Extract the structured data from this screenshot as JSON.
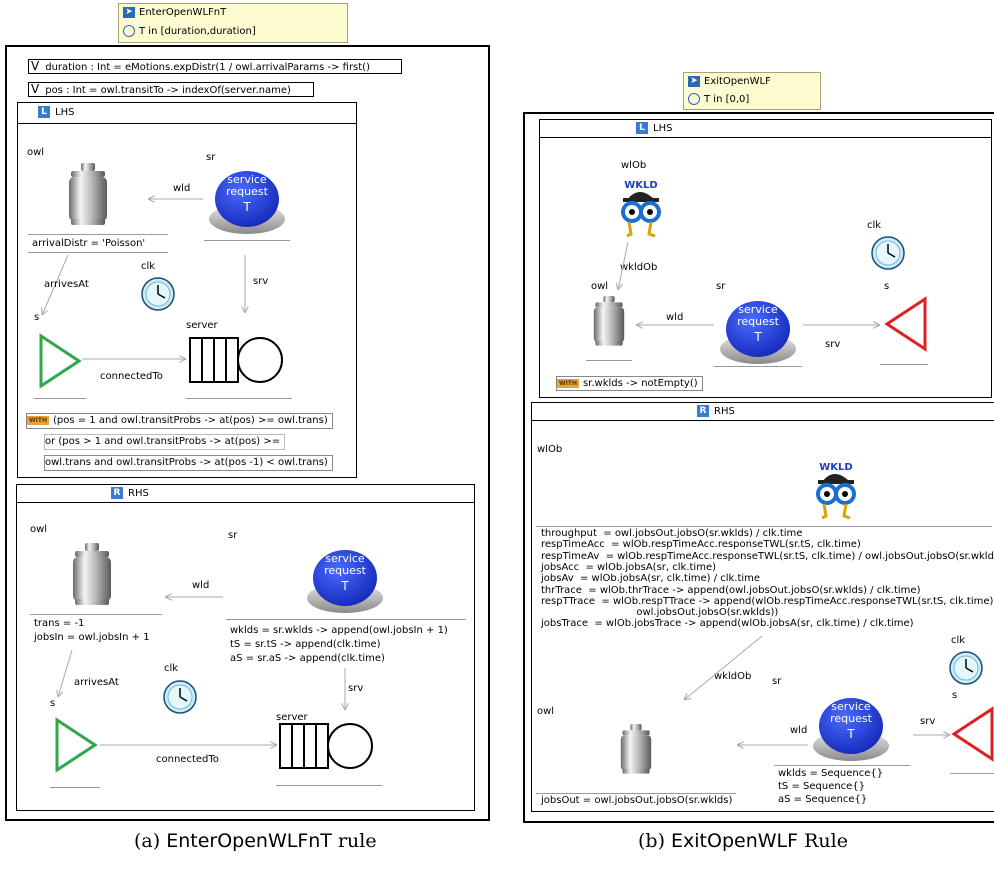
{
  "left": {
    "tag_name": "EnterOpenWLFnT",
    "tag_time": "T in [duration,duration]",
    "var_duration": "duration : Int = eMotions.expDistr(1 / owl.arrivalParams -> first()",
    "var_pos": "pos : Int =  owl.transitTo -> indexOf(server.name)",
    "lhs": {
      "title": "LHS",
      "owl": "owl",
      "sr": "sr",
      "wld": "wld",
      "attr": "arrivalDistr = 'Poisson'",
      "clk": "clk",
      "srv": "srv",
      "arrivesAt": "arrivesAt",
      "s": "s",
      "server": "server",
      "connectedTo": "connectedTo",
      "with1": "(pos = 1 and owl.transitProbs -> at(pos) >= owl.trans)",
      "with2": "or (pos > 1 and owl.transitProbs -> at(pos) >=",
      "with3": "owl.trans and owl.transitProbs -> at(pos -1) < owl.trans)"
    },
    "rhs": {
      "title": "RHS",
      "owl": "owl",
      "sr": "sr",
      "wld": "wld",
      "trans": "trans  = -1",
      "jobsIn": "jobsIn  = owl.jobsIn + 1",
      "wklds": "wklds  = sr.wklds -> append(owl.jobsIn + 1)",
      "tS": "tS  = sr.tS -> append(clk.time)",
      "aS": "aS  = sr.aS -> append(clk.time)",
      "clk": "clk",
      "srv": "srv",
      "arrivesAt": "arrivesAt",
      "s": "s",
      "server": "server",
      "connectedTo": "connectedTo"
    },
    "caption_prefix": "(a) ",
    "caption_name": "EnterOpenWLFnT",
    "caption_suffix": " rule"
  },
  "right": {
    "tag_name": "ExitOpenWLF",
    "tag_time": "T in [0,0]",
    "lhs": {
      "title": "LHS",
      "wlOb": "wlOb",
      "wkld": "WKLD",
      "clk": "clk",
      "wkldOb": "wkldOb",
      "owl": "owl",
      "sr": "sr",
      "s": "s",
      "wld": "wld",
      "srv": "srv",
      "with": "sr.wklds -> notEmpty()"
    },
    "rhs": {
      "title": "RHS",
      "wlOb": "wlOb",
      "wkld": "WKLD",
      "code": [
        "throughput  = owl.jobsOut.jobsO(sr.wklds) / clk.time",
        "respTimeAcc  = wlOb.respTimeAcc.responseTWL(sr.tS, clk.time)",
        "respTimeAv  = wlOb.respTimeAcc.responseTWL(sr.tS, clk.time) / owl.jobsOut.jobsO(sr.wklds)",
        "jobsAcc  = wlOb.jobsA(sr, clk.time)",
        "jobsAv  = wlOb.jobsA(sr, clk.time) / clk.time",
        "thrTrace  = wlOb.thrTrace -> append(owl.jobsOut.jobsO(sr.wklds) / clk.time)",
        "respTTrace  = wlOb.respTTrace -> append(wlOb.respTimeAcc.responseTWL(sr.tS, clk.time) /",
        "                              owl.jobsOut.jobsO(sr.wklds))",
        "jobsTrace  = wlOb.jobsTrace -> append(wlOb.jobsA(sr, clk.time) / clk.time)"
      ],
      "clk": "clk",
      "wkldOb": "wkldOb",
      "sr": "sr",
      "s": "s",
      "owl": "owl",
      "wld": "wld",
      "srv": "srv",
      "jobsOut": "jobsOut  = owl.jobsOut.jobsO(sr.wklds)",
      "wklds": "wklds  = Sequence{}",
      "tS": "tS  = Sequence{}",
      "aS": "aS  = Sequence{}"
    },
    "caption_prefix": "(b) ",
    "caption_name": "ExitOpenWLF",
    "caption_suffix": " Rule"
  },
  "button_text": [
    "service",
    "request",
    "T"
  ],
  "icons": [
    "weight-icon",
    "service-request-button-icon",
    "clock-icon",
    "source-triangle-icon",
    "queue-server-icon",
    "wkld-observer-icon",
    "sink-triangle-icon"
  ],
  "colors": {
    "tag_bg": "#fdfbd0",
    "button_blue": "#1f3fd8",
    "source_green": "#2ea84a",
    "sink_red": "#e02020",
    "clock_bg": "#c9ecf6"
  }
}
